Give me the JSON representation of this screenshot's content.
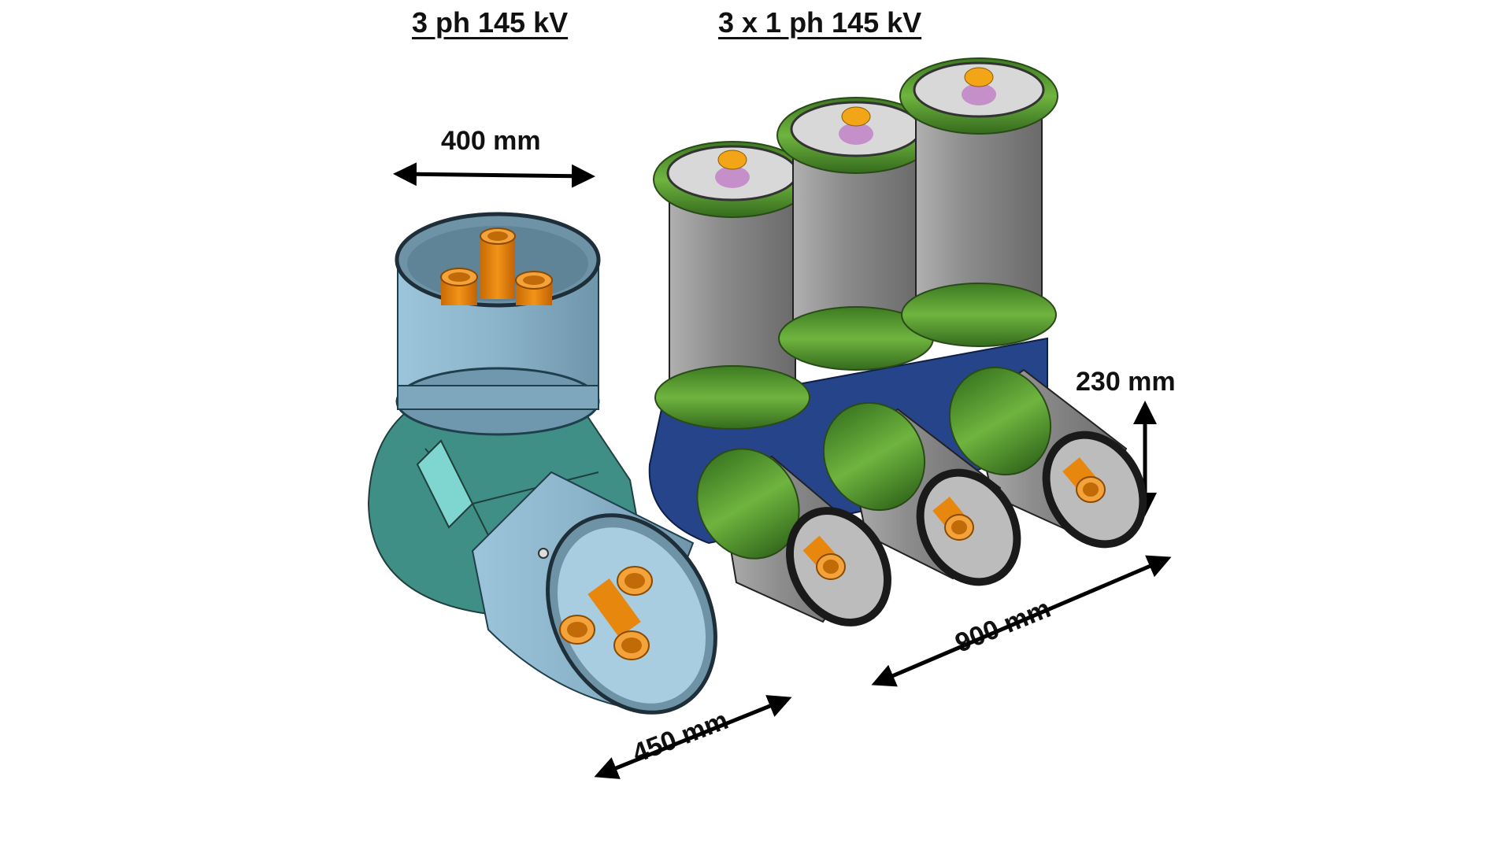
{
  "titles": {
    "three_phase": "3 ph 145 kV",
    "single_phase": "3 x 1 ph 145 kV"
  },
  "dimensions": {
    "three_phase_width": "400 mm",
    "three_phase_depth": "450 mm",
    "single_phase_width": "900 mm",
    "single_phase_height": "230 mm"
  },
  "colors": {
    "three_phase_housing": "#8fb8cf",
    "three_phase_elbow": "#3f8f86",
    "conductor": "#e8870e",
    "single_phase_housing": "#8a8a8a",
    "single_phase_ring": "#4f9a2e",
    "single_phase_elbow": "#25448a",
    "insulator_pink": "#c58fc9"
  }
}
